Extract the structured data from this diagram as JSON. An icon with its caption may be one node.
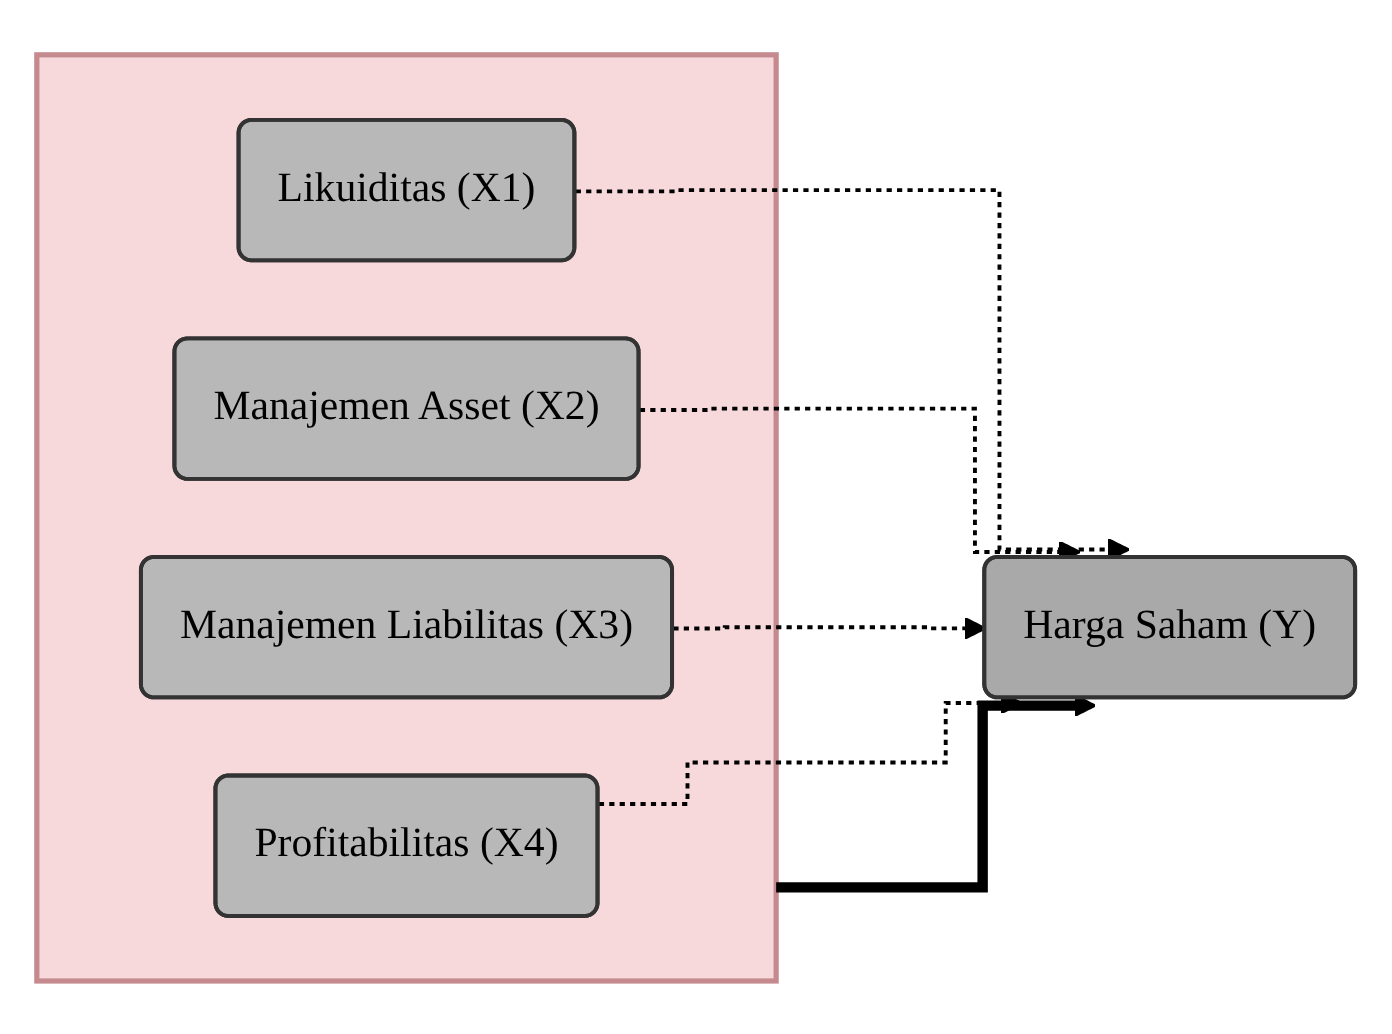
{
  "diagram": {
    "nodes": [
      {
        "text": [],
        "shape": "box"
      },
      {
        "text": [
          "Likuiditas (X1)"
        ],
        "in": 0
      },
      {
        "text": [
          "Manajemen Asset (X2)"
        ],
        "in": 0
      },
      {
        "text": [
          "Manajemen Liabilitas (X3)"
        ],
        "in": 0
      },
      {
        "text": [
          "Profitabilitas (X4)"
        ],
        "in": 0
      },
      {
        "text": [
          "Harga Saham (Y)"
        ]
      }
    ],
    "edges": [
      {
        "from": 1,
        "to": 5,
        "arrow": "to",
        "style": "dashed"
      },
      {
        "from": 2,
        "to": 5,
        "arrow": "to",
        "style": "dashed"
      },
      {
        "from": 0,
        "to": 5,
        "arrow": "to",
        "style": "thick"
      },
      {
        "from": 3,
        "to": 5,
        "arrow": "to",
        "style": "dashed"
      },
      {
        "from": 4,
        "to": 5,
        "arrow": "to",
        "style": "dashed"
      }
    ]
  }
}
